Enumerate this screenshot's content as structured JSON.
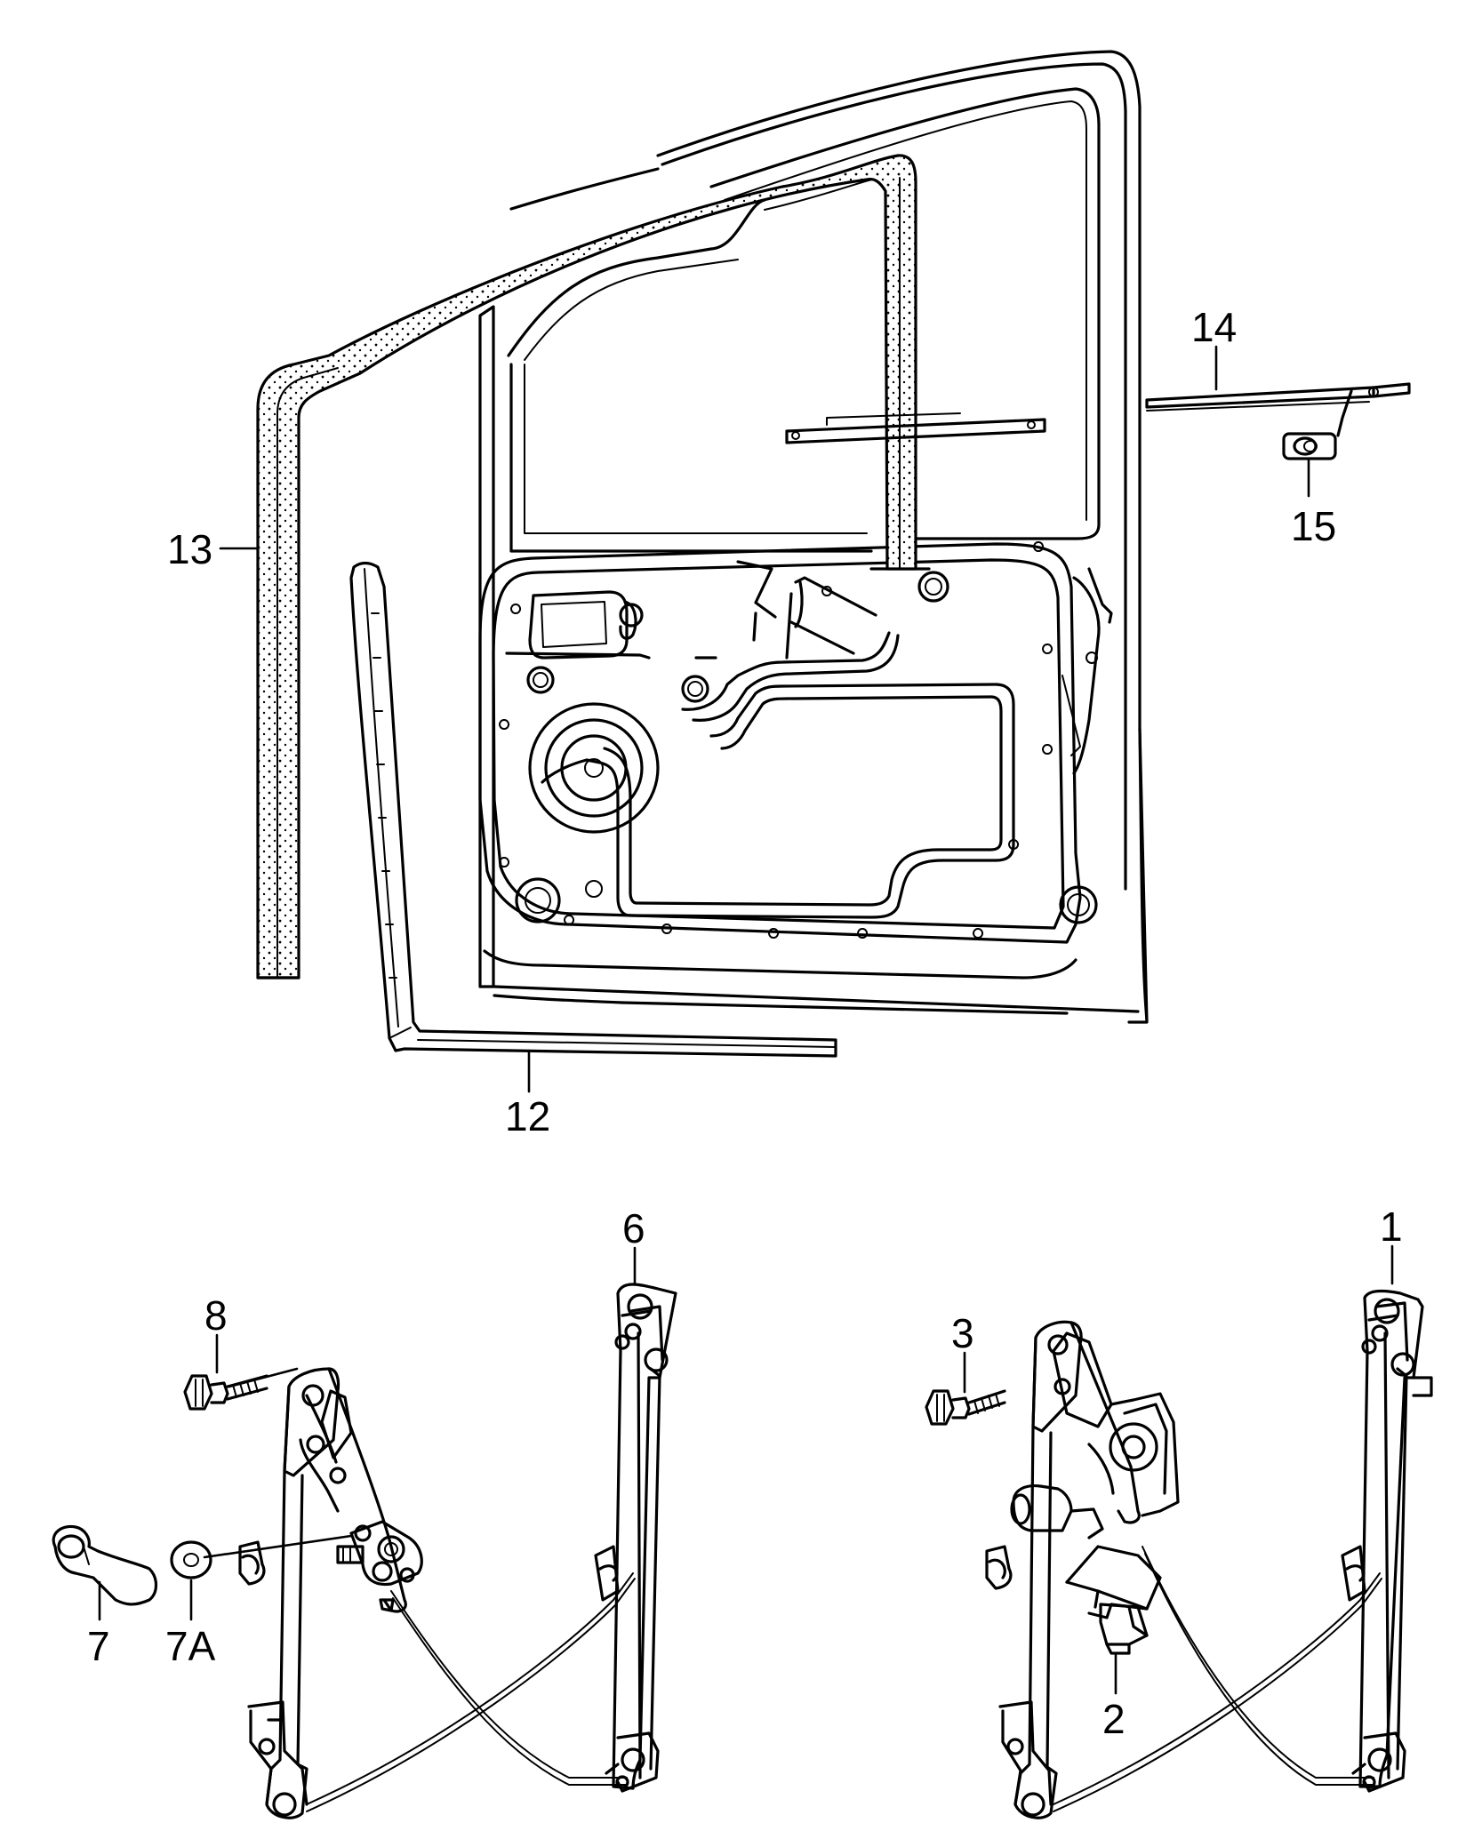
{
  "colors": {
    "line": "#000000",
    "background": "#ffffff"
  },
  "parts": [
    {
      "id": "1",
      "label": "1"
    },
    {
      "id": "2",
      "label": "2"
    },
    {
      "id": "3",
      "label": "3"
    },
    {
      "id": "6",
      "label": "6"
    },
    {
      "id": "7",
      "label": "7"
    },
    {
      "id": "7A",
      "label": "7A"
    },
    {
      "id": "8",
      "label": "8"
    },
    {
      "id": "12",
      "label": "12"
    },
    {
      "id": "13",
      "label": "13"
    },
    {
      "id": "14",
      "label": "14"
    },
    {
      "id": "15",
      "label": "15"
    }
  ]
}
